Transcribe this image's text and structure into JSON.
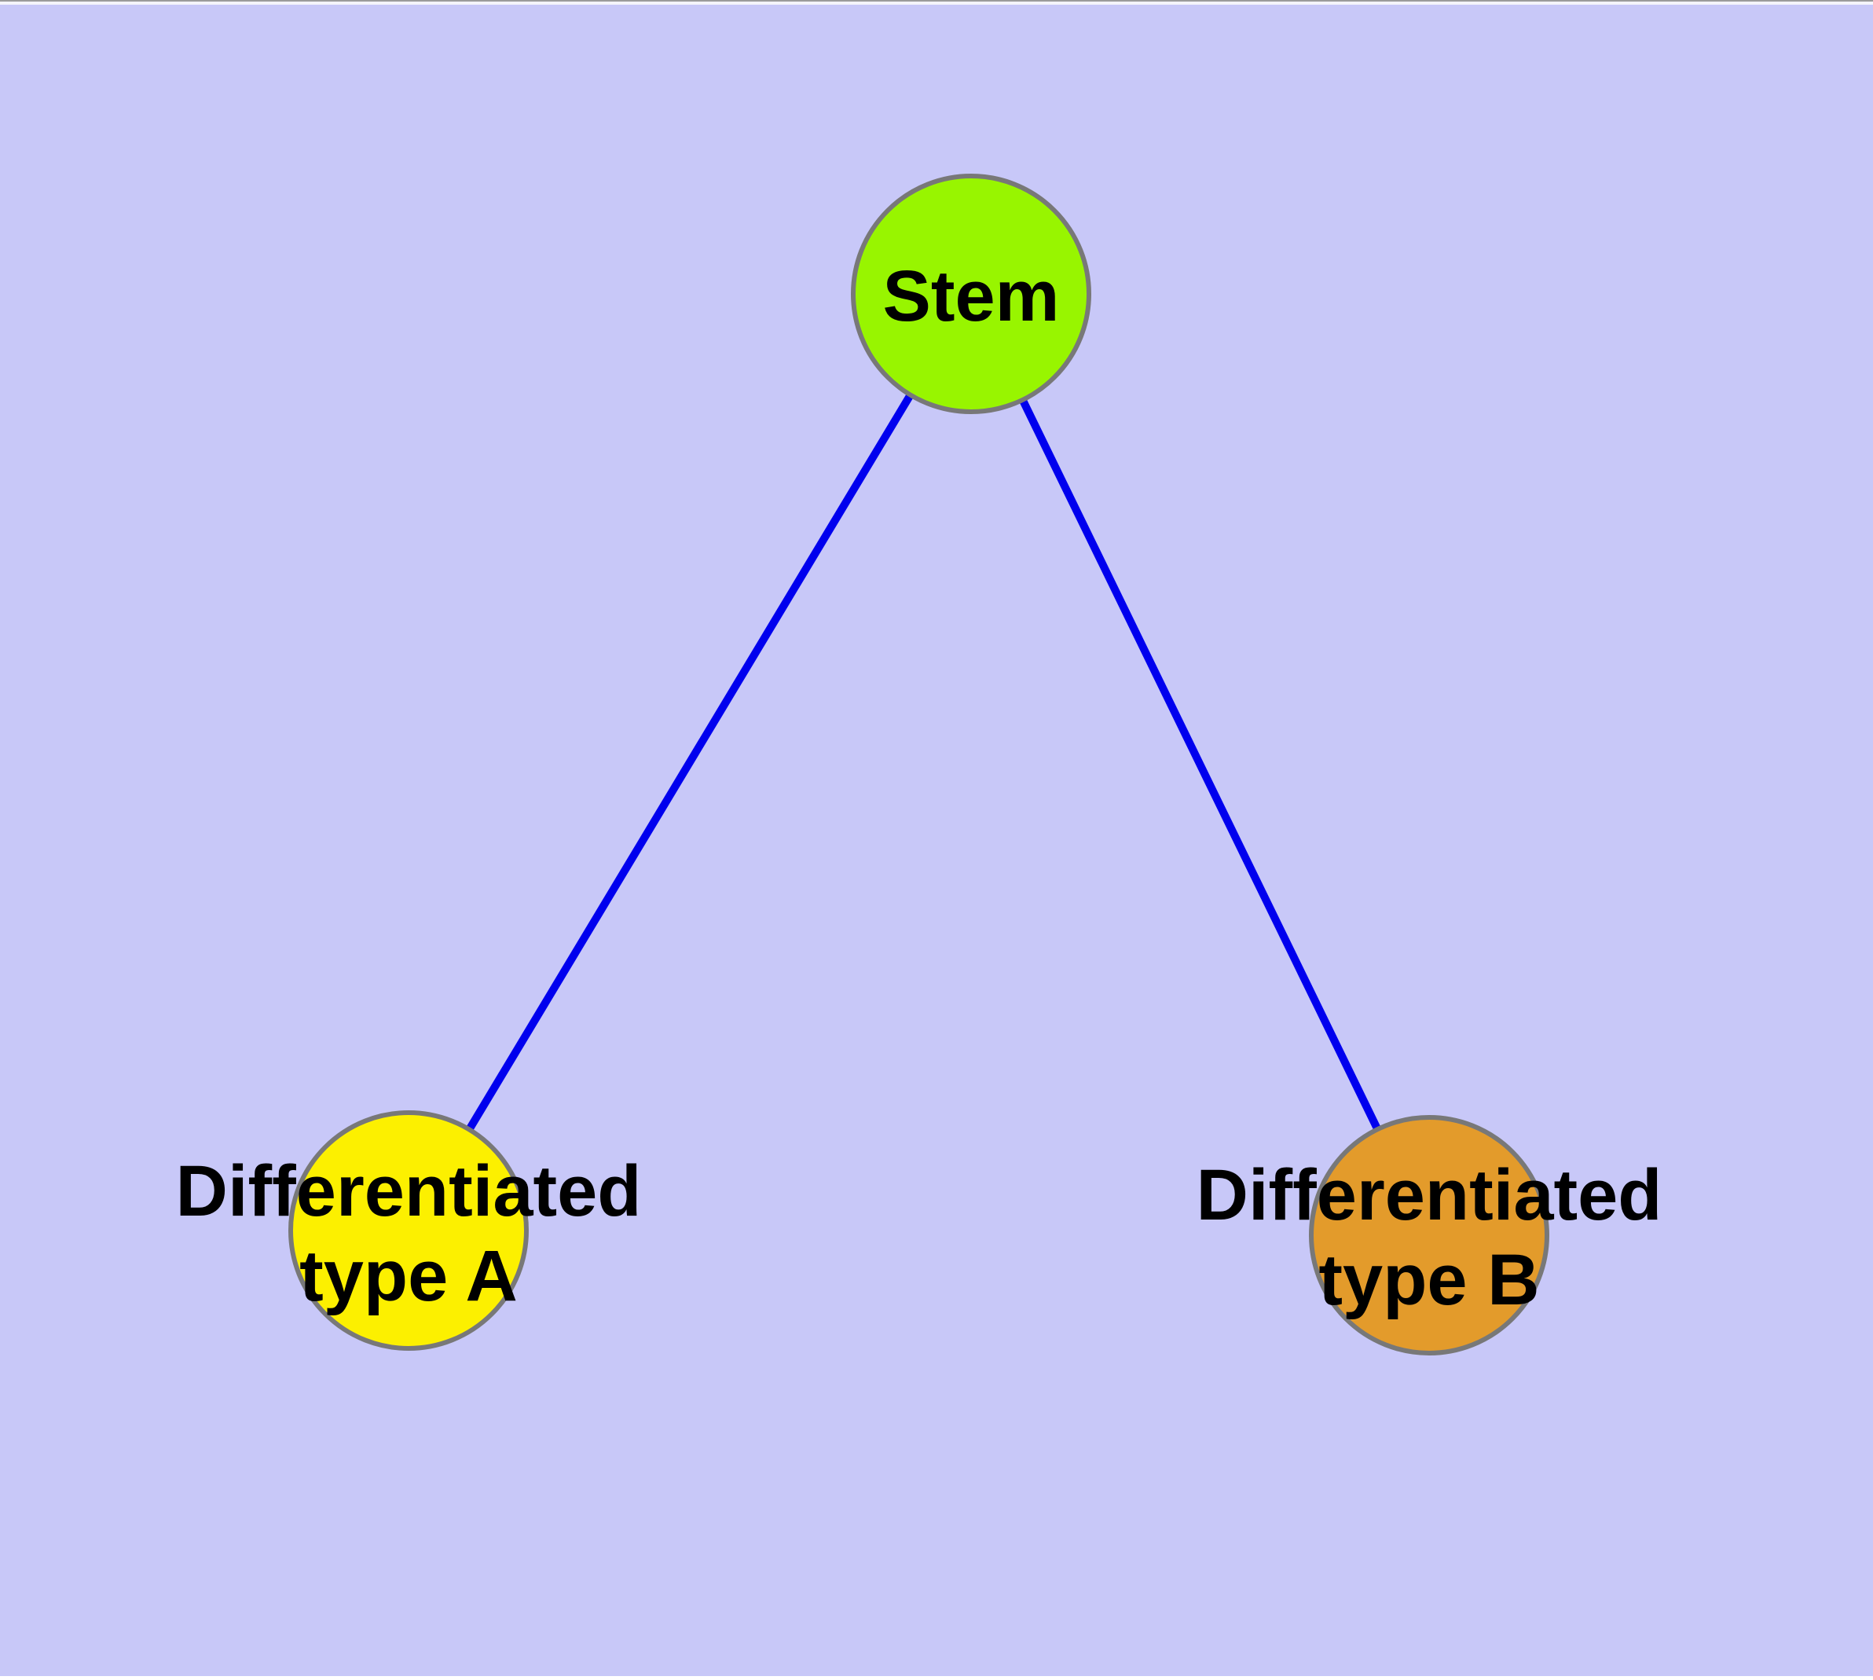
{
  "diagram": {
    "type": "node-link-graph",
    "title": "",
    "colors": {
      "background": "#C8C8F8",
      "edge": "#0000EE",
      "node_border": "#787878",
      "label": "#000000",
      "chrome_top_line": "#9B9B9B",
      "chrome_top_band": "#F4F4FB",
      "chrome_bottom_band": "#FFFFFF"
    },
    "nodes": [
      {
        "id": "stem",
        "label": "Stem",
        "label_line1": "Stem",
        "label_line2": "",
        "fill": "#98F500"
      },
      {
        "id": "diff-a",
        "label": "Differentiated type A",
        "label_line1": "Differentiated",
        "label_line2": "type A",
        "fill": "#FCF000"
      },
      {
        "id": "diff-b",
        "label": "Differentiated type B",
        "label_line1": "Differentiated",
        "label_line2": "type B",
        "fill": "#E39B2B"
      }
    ],
    "edges": [
      {
        "from": "Stem",
        "to": "Differentiated type A"
      },
      {
        "from": "Stem",
        "to": "Differentiated type B"
      }
    ]
  }
}
